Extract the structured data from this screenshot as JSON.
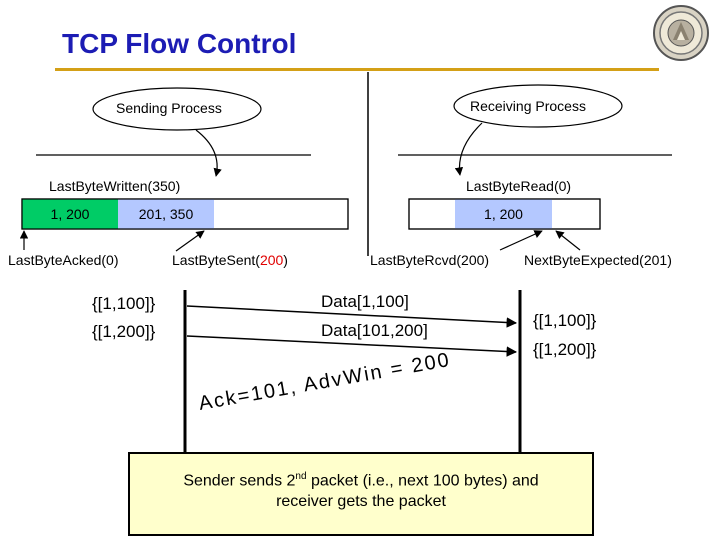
{
  "slide": {
    "title": "TCP Flow Control"
  },
  "sender": {
    "process_label": "Sending Process",
    "last_byte_written": "LastByteWritten(350)",
    "buffer_acked_segment": "1, 200",
    "buffer_unsent_segment": "201, 350",
    "last_byte_acked": "LastByteAcked(0)",
    "last_byte_sent_prefix": "LastByteSent(",
    "last_byte_sent_value": "200",
    "last_byte_sent_suffix": ")",
    "state_1": "{[1,100]}",
    "state_2": "{[1,200]}"
  },
  "receiver": {
    "process_label": "Receiving Process",
    "last_byte_read": "LastByteRead(0)",
    "buffer_segment": "1, 200",
    "last_byte_rcvd": "LastByteRcvd(200)",
    "next_byte_expected": "NextByteExpected(201)",
    "state_1": "{[1,100]}",
    "state_2": "{[1,200]}"
  },
  "messages": {
    "data_1": "Data[1,100]",
    "data_2": "Data[101,200]",
    "ack": "Ack=101, AdvWin = 200"
  },
  "note": {
    "line1_a": "Sender sends 2",
    "line1_sup": "nd",
    "line1_b": " packet (i.e., next 100 bytes) and",
    "line2": "receiver gets the packet"
  },
  "colors": {
    "title": "#1c1cb4",
    "rule": "#d4a017",
    "acked_fill": "#00cc66",
    "sent_fill": "#b4c8ff",
    "highlight_red": "#e00000",
    "note_fill": "#ffffcc"
  }
}
